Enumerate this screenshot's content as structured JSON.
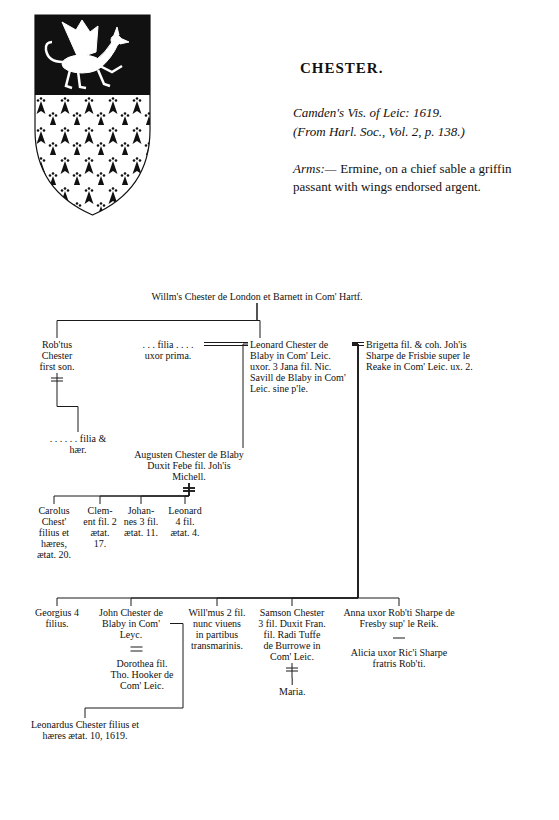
{
  "diagram": {
    "title": "CHESTER.",
    "nodes": [
      {
        "text": [
          "Willm's Chester de London et Barnett in Com' Hartf."
        ]
      },
      {
        "text": [
          "Rob'tus Chester first son."
        ]
      },
      {
        "text": [
          ". . . filia . . . . uxor prima."
        ]
      },
      {
        "text": [
          "Leonard Chester de Blaby in Com' Leic. uxor. 3 Jana fil. Nic. Savill de Blaby in Com' Leic. sine p'le."
        ]
      },
      {
        "text": [
          "Brigetta fil. & coh. Joh'is Sharpe de Frisbie super le Reake in Com' Leic. ux. 2."
        ]
      },
      {
        "text": [
          ". . . . . . filia & hær."
        ]
      },
      {
        "text": [
          "Augusten Chester de Blaby Duxit Febe fil. Joh'is Michell."
        ]
      },
      {
        "text": [
          "Carolus Chest' filius et hæres, ætat. 20."
        ]
      },
      {
        "text": [
          "Clem- ent fil. 2 ætat. 17."
        ]
      },
      {
        "text": [
          "Johan- nes 3 fil. ætat. 11."
        ]
      },
      {
        "text": [
          "Leonard 4 fil. ætat. 4."
        ]
      },
      {
        "text": [
          "Georgius 4 filius."
        ]
      },
      {
        "text": [
          "John Chester de Blaby in Com' Leyc."
        ]
      },
      {
        "text": [
          "Dorothea fil. Tho. Hooker de Com' Leic."
        ]
      },
      {
        "text": [
          "Will'mus 2 fil. nunc viuens in partibus transmarinis."
        ]
      },
      {
        "text": [
          "Samson Chester 3 fil. Duxit Fran. fil. Radi Tuffe de Burrowe in Com' Leic."
        ]
      },
      {
        "text": [
          "Anna uxor Rob'ti Sharpe de Fresby sup' le Reik."
        ]
      },
      {
        "text": [
          "Alicia uxor Ric'i Sharpe fratris Rob'ti."
        ]
      },
      {
        "text": [
          "Leonardus Chester filius et hæres ætat. 10, 1619."
        ]
      },
      {
        "text": [
          "Maria."
        ]
      }
    ],
    "edges": [
      {
        "from": 0,
        "to": 1,
        "arrow": "none"
      },
      {
        "from": 0,
        "to": 3,
        "arrow": "none"
      },
      {
        "from": 2,
        "to": 3,
        "arrow": "none"
      },
      {
        "from": 3,
        "to": 4,
        "arrow": "none"
      },
      {
        "from": 1,
        "to": 5,
        "arrow": "none"
      },
      {
        "from": 3,
        "to": 6,
        "arrow": "none"
      },
      {
        "from": 6,
        "to": 7,
        "arrow": "none"
      },
      {
        "from": 6,
        "to": 8,
        "arrow": "none"
      },
      {
        "from": 6,
        "to": 9,
        "arrow": "none"
      },
      {
        "from": 6,
        "to": 10,
        "arrow": "none"
      },
      {
        "from": 3,
        "to": 11,
        "arrow": "none"
      },
      {
        "from": 3,
        "to": 12,
        "arrow": "none"
      },
      {
        "from": 3,
        "to": 14,
        "arrow": "none"
      },
      {
        "from": 3,
        "to": 15,
        "arrow": "none"
      },
      {
        "from": 3,
        "to": 16,
        "arrow": "none"
      },
      {
        "from": 12,
        "to": 13,
        "arrow": "none"
      },
      {
        "from": 12,
        "to": 18,
        "arrow": "none"
      },
      {
        "from": 15,
        "to": 19,
        "arrow": "none"
      },
      {
        "from": 16,
        "to": 17,
        "arrow": "none"
      }
    ],
    "labels": [
      "Camden's Vis. of Leic: 1619.",
      "(From Harl. Soc., Vol. 2, p. 138.)",
      "Arms:—",
      "Ermine, on a chief sable a griffin passant with wings endorsed argent."
    ]
  }
}
